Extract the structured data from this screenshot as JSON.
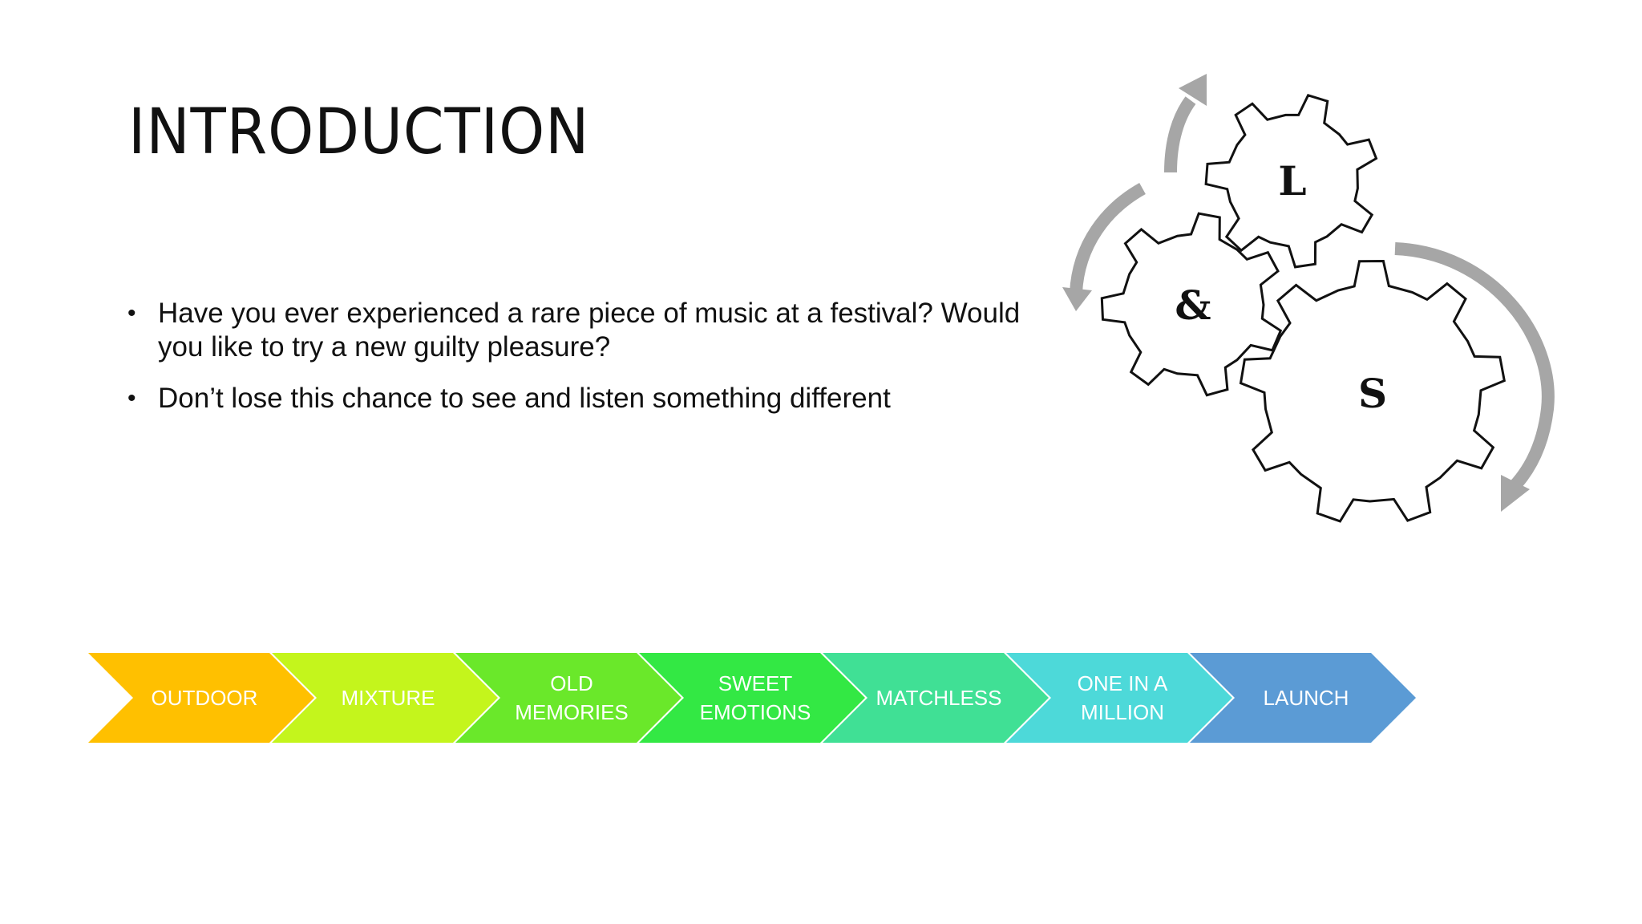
{
  "slide": {
    "title": "INTRODUCTION",
    "bullets": [
      "Have you ever experienced a rare piece of music at a festival? Would you like to try a new guilty pleasure?",
      "Don’t lose this chance to see and listen something different"
    ]
  },
  "gears": {
    "letters": [
      "L",
      "&",
      "S"
    ],
    "arrow_color": "#a6a6a6",
    "outline_color": "#111111"
  },
  "process": {
    "steps": [
      {
        "lines": [
          "OUTDOOR"
        ],
        "color": "#ffc000"
      },
      {
        "lines": [
          "MIXTURE"
        ],
        "color": "#c4f51c"
      },
      {
        "lines": [
          "OLD",
          "MEMORIES"
        ],
        "color": "#6ae82a"
      },
      {
        "lines": [
          "SWEET",
          "EMOTIONS"
        ],
        "color": "#33e844"
      },
      {
        "lines": [
          "MATCHLESS"
        ],
        "color": "#40e095"
      },
      {
        "lines": [
          "ONE IN A",
          "MILLION"
        ],
        "color": "#4dd9d9"
      },
      {
        "lines": [
          "LAUNCH"
        ],
        "color": "#5b9bd5"
      }
    ]
  }
}
